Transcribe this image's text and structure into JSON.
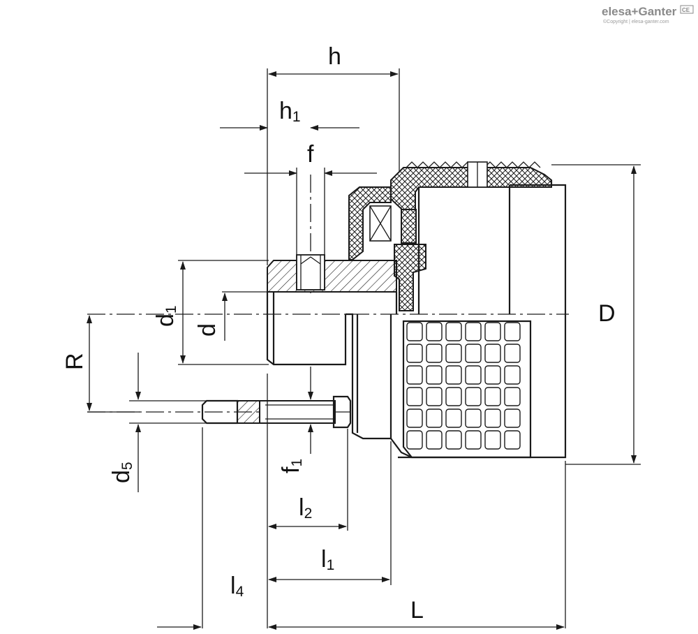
{
  "logo": {
    "text": "elesa+Ganter",
    "copyright": "©Copyright | elesa-ganter.com",
    "badge": "CE"
  },
  "dimensions": {
    "h": {
      "main": "h",
      "sub": ""
    },
    "h1": {
      "main": "h",
      "sub": "1"
    },
    "f": {
      "main": "f",
      "sub": ""
    },
    "d1": {
      "main": "d",
      "sub": "1"
    },
    "d": {
      "main": "d",
      "sub": ""
    },
    "R": {
      "main": "R",
      "sub": ""
    },
    "d5": {
      "main": "d",
      "sub": "5"
    },
    "f1": {
      "main": "f",
      "sub": "1"
    },
    "l2": {
      "main": "l",
      "sub": "2"
    },
    "l1": {
      "main": "l",
      "sub": "1"
    },
    "l4": {
      "main": "l",
      "sub": "4"
    },
    "L": {
      "main": "L",
      "sub": ""
    },
    "D": {
      "main": "D",
      "sub": ""
    }
  }
}
